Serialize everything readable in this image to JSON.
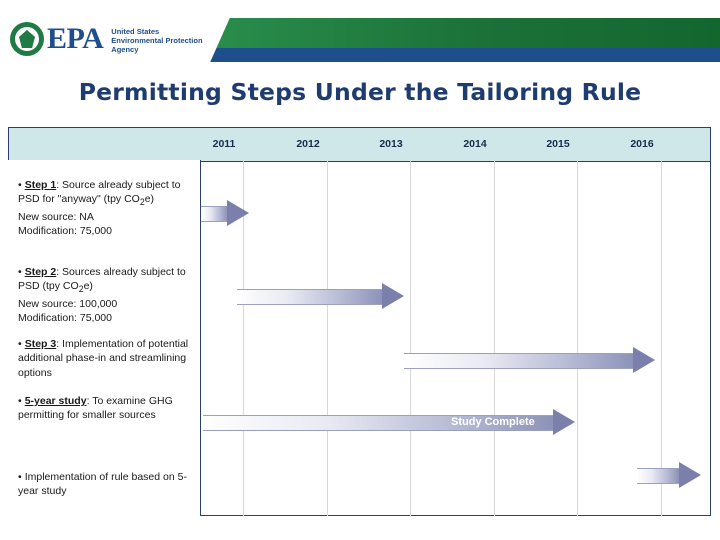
{
  "header": {
    "logo_word": "EPA",
    "logo_subtitle_line1": "United States",
    "logo_subtitle_line2": "Environmental Protection",
    "logo_subtitle_line3": "Agency"
  },
  "title": "Permitting Steps Under the Tailoring Rule",
  "timeline": {
    "years": [
      "2011",
      "2012",
      "2013",
      "2014",
      "2015",
      "2016"
    ]
  },
  "steps": [
    {
      "id": "step-1",
      "label": "Step 1",
      "text_after_label": ": Source already subject to PSD for \"anyway\" (tpy CO",
      "sub": "2",
      "text_tail": "e)",
      "line_new_source": "New source: NA",
      "line_modification": "Modification: 75,000"
    },
    {
      "id": "step-2",
      "label": "Step 2",
      "text_after_label": ": Sources already subject to PSD (tpy CO",
      "sub": "2",
      "text_tail": "e)",
      "line_new_source": "New source: 100,000",
      "line_modification": "Modification: 75,000"
    },
    {
      "id": "step-3",
      "label": "Step 3",
      "text_after_label": ": Implementation of potential additional phase-in and streamlining options"
    },
    {
      "id": "five-year-study",
      "label": "5-year study",
      "text_after_label": ": To examine GHG permitting for smaller sources"
    },
    {
      "id": "implementation",
      "label": "",
      "text_after_label": "Implementation of rule based on 5-year study"
    }
  ],
  "annotations": {
    "study_complete": "Study Complete"
  },
  "colors": {
    "title": "#1f3c70",
    "header_green": "#1b7138",
    "header_blue": "#1f4e8c",
    "year_band": "#cfe7e8",
    "arrow_head": "#7a80ab",
    "frame_border": "#2c3e6b"
  },
  "chart_data": {
    "type": "table",
    "title": "Permitting Steps Under the Tailoring Rule",
    "categories": [
      "2011",
      "2012",
      "2013",
      "2014",
      "2015",
      "2016"
    ],
    "series": [
      {
        "name": "Step 1",
        "start_year": 2011,
        "end_year": 2011.6
      },
      {
        "name": "Step 2",
        "start_year": 2011.6,
        "end_year": 2013.0
      },
      {
        "name": "Step 3",
        "start_year": 2013.3,
        "end_year": 2015.8
      },
      {
        "name": "5-year study",
        "start_year": 2011.1,
        "end_year": 2014.9
      },
      {
        "name": "Implementation of rule based on 5-year study",
        "start_year": 2015.3,
        "end_year": 2016.0
      }
    ],
    "annotations": [
      "Study Complete"
    ]
  }
}
